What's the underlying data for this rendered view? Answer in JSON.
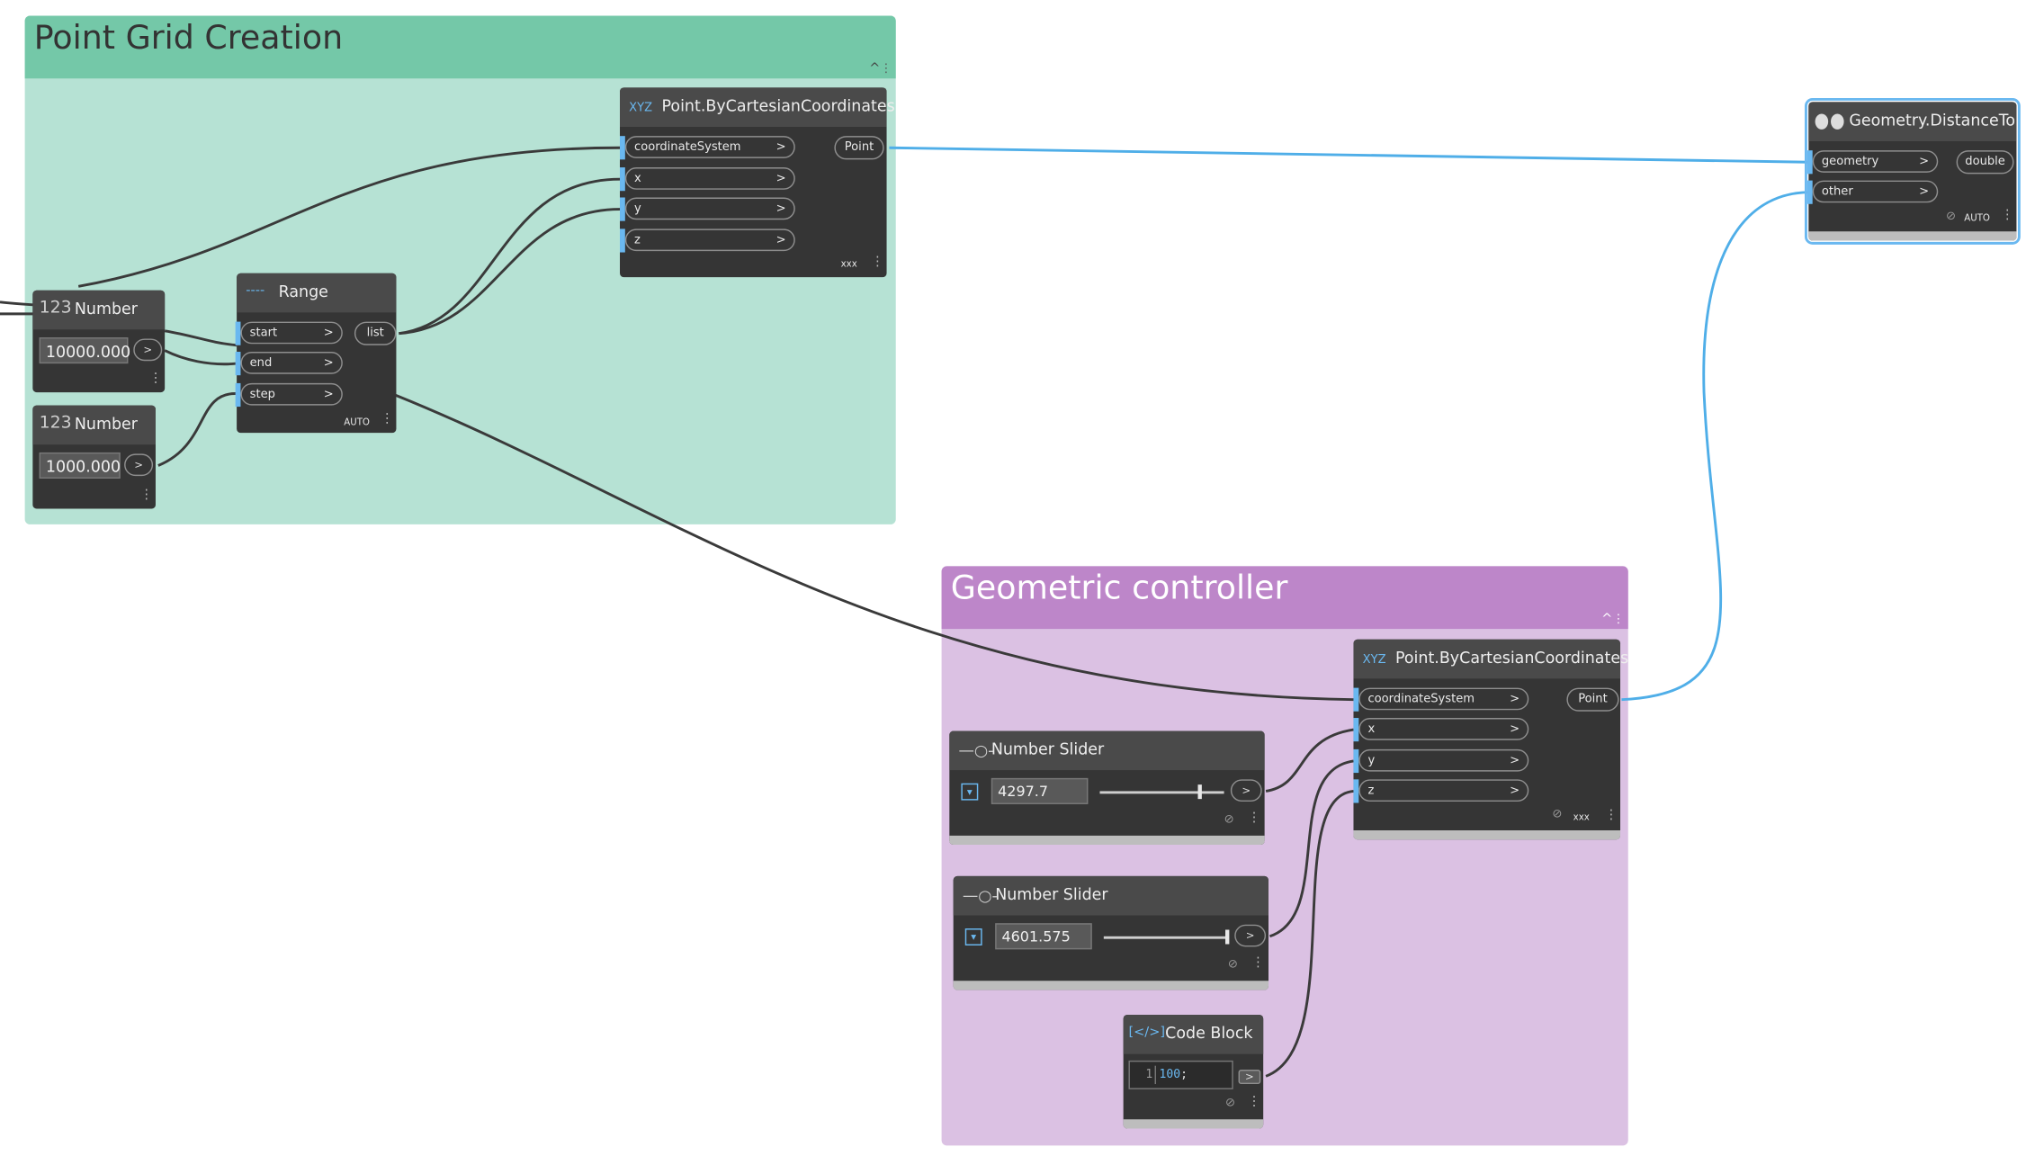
{
  "groups": {
    "grid": {
      "title": "Point Grid Creation",
      "color": "#74c8a8",
      "body_color": "#b6e2d4"
    },
    "controller": {
      "title": "Geometric controller",
      "color": "#bd86c9",
      "body_color": "#dbc1e3"
    }
  },
  "nodes": {
    "point_top": {
      "title": "Point.ByCartesianCoordinates",
      "icon": "xyz-icon",
      "icon_text": "XYZ",
      "inputs": [
        "coordinateSystem",
        "x",
        "y",
        "z"
      ],
      "output": "Point",
      "lacing": "xxx"
    },
    "range": {
      "title": "Range",
      "icon": "range-icon",
      "icon_text": "----",
      "inputs": [
        "start",
        "end",
        "step"
      ],
      "output": "list",
      "lacing": "AUTO"
    },
    "number1": {
      "title": "Number",
      "icon": "number-icon",
      "icon_text": "123",
      "value": "10000.000"
    },
    "number2": {
      "title": "Number",
      "icon": "number-icon",
      "icon_text": "123",
      "value": "1000.000"
    },
    "distance": {
      "title": "Geometry.DistanceTo",
      "icon": "geometry-icon",
      "inputs": [
        "geometry",
        "other"
      ],
      "output": "double",
      "lacing": "AUTO"
    },
    "point_bottom": {
      "title": "Point.ByCartesianCoordinates",
      "icon": "xyz-icon",
      "icon_text": "XYZ",
      "inputs": [
        "coordinateSystem",
        "x",
        "y",
        "z"
      ],
      "output": "Point",
      "lacing": "xxx"
    },
    "slider1": {
      "title": "Number Slider",
      "icon": "slider-icon",
      "value": "4297.7",
      "fraction": 0.92
    },
    "slider2": {
      "title": "Number Slider",
      "icon": "slider-icon",
      "value": "4601.575",
      "fraction": 0.98
    },
    "codeblock": {
      "title": "Code Block",
      "icon": "code-block-icon",
      "icon_text": "[</>]",
      "line_no": "1",
      "code": "100",
      "code_end": ";"
    }
  },
  "ui": {
    "caret": "^",
    "kebab": "⋮",
    "arrow": ">"
  },
  "colors": {
    "wire": "#3a3a3a",
    "wire_selected": "#4faee8",
    "port_accent": "#6ab8f0"
  }
}
